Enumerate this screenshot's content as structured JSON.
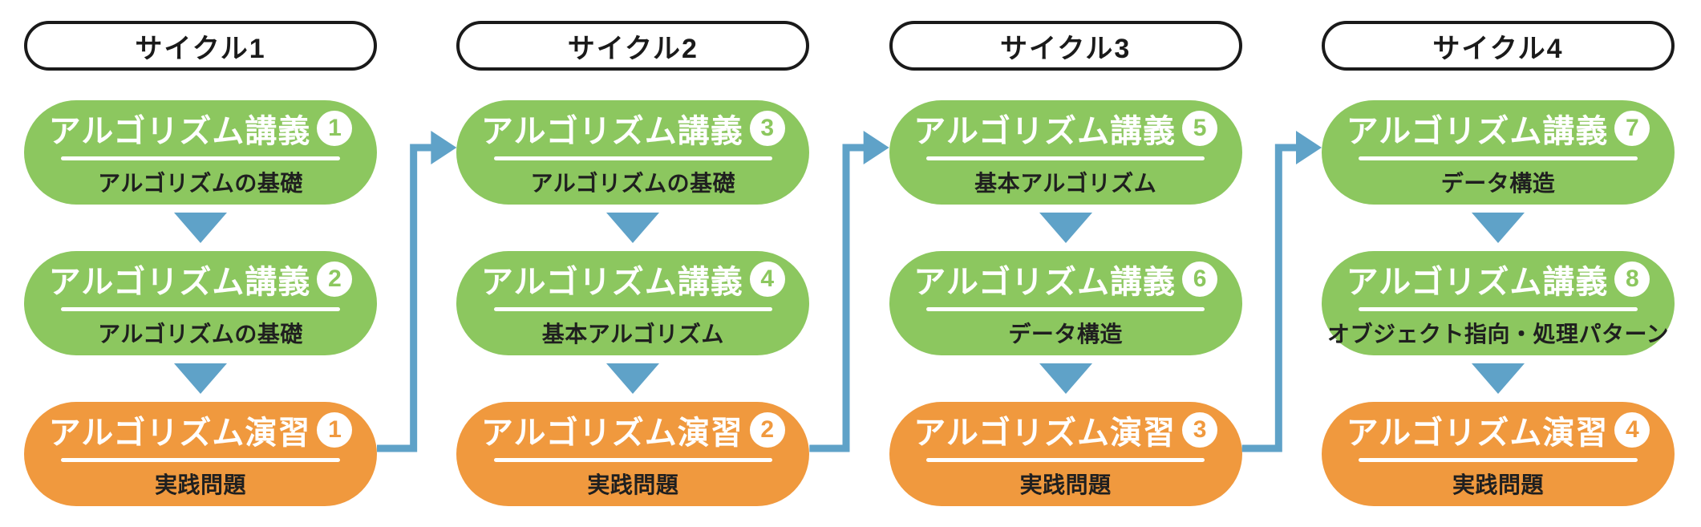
{
  "diagram": {
    "colors": {
      "lecture_green": "#8cc75f",
      "exercise_orange": "#f0993e",
      "arrow_blue": "#5fa2c8",
      "ink": "#1a1a1a"
    },
    "cycles": [
      {
        "header": "サイクル1",
        "boxes": [
          {
            "type": "lecture",
            "title": "アルゴリズム講義",
            "number": "1",
            "subtitle": "アルゴリズムの基礎"
          },
          {
            "type": "lecture",
            "title": "アルゴリズム講義",
            "number": "2",
            "subtitle": "アルゴリズムの基礎"
          },
          {
            "type": "exercise",
            "title": "アルゴリズム演習",
            "number": "1",
            "subtitle": "実践問題"
          }
        ]
      },
      {
        "header": "サイクル2",
        "boxes": [
          {
            "type": "lecture",
            "title": "アルゴリズム講義",
            "number": "3",
            "subtitle": "アルゴリズムの基礎"
          },
          {
            "type": "lecture",
            "title": "アルゴリズム講義",
            "number": "4",
            "subtitle": "基本アルゴリズム"
          },
          {
            "type": "exercise",
            "title": "アルゴリズム演習",
            "number": "2",
            "subtitle": "実践問題"
          }
        ]
      },
      {
        "header": "サイクル3",
        "boxes": [
          {
            "type": "lecture",
            "title": "アルゴリズム講義",
            "number": "5",
            "subtitle": "基本アルゴリズム"
          },
          {
            "type": "lecture",
            "title": "アルゴリズム講義",
            "number": "6",
            "subtitle": "データ構造"
          },
          {
            "type": "exercise",
            "title": "アルゴリズム演習",
            "number": "3",
            "subtitle": "実践問題"
          }
        ]
      },
      {
        "header": "サイクル4",
        "boxes": [
          {
            "type": "lecture",
            "title": "アルゴリズム講義",
            "number": "7",
            "subtitle": "データ構造"
          },
          {
            "type": "lecture",
            "title": "アルゴリズム講義",
            "number": "8",
            "subtitle": "オブジェクト指向・処理パターン"
          },
          {
            "type": "exercise",
            "title": "アルゴリズム演習",
            "number": "4",
            "subtitle": "実践問題"
          }
        ]
      }
    ]
  }
}
